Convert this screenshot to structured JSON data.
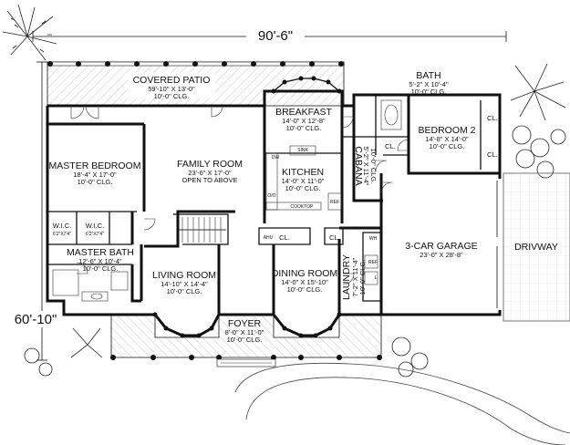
{
  "dimensions": {
    "width": "90'-6\"",
    "depth": "60'-10\""
  },
  "rooms": {
    "covered_patio": {
      "name": "COVERED PATIO",
      "size": "59'-10\" X 13'-0\"",
      "ceiling": "10'-0\" CLG."
    },
    "breakfast": {
      "name": "BREAKFAST",
      "size": "14'-0\" X 12'-8\"",
      "ceiling": "10'-0\" CLG."
    },
    "bath": {
      "name": "BATH",
      "size": "5'-2\" X 10'-4\"",
      "ceiling": "10'-0\" CLG."
    },
    "bedroom2": {
      "name": "BEDROOM 2",
      "size": "14'-8\" X 14'-0\"",
      "ceiling": "10'-0\" CLG."
    },
    "master_bedroom": {
      "name": "MASTER BEDROOM",
      "size": "18'-4\" X 17'-0\"",
      "ceiling": "10'-0\" CLG."
    },
    "family_room": {
      "name": "FAMILY ROOM",
      "size": "23'-6\" X 17'-0\"",
      "ceiling": "OPEN TO ABOVE"
    },
    "kitchen": {
      "name": "KITCHEN",
      "size": "14'-0\" X 11'-0\"",
      "ceiling": "10'-0\" CLG."
    },
    "cabana": {
      "name": "CABANA",
      "size": "5'-2\" X 11'-4\"",
      "ceiling": "10'-0\" CLG."
    },
    "wic1": {
      "name": "W.I.C.",
      "size": "6'2\"X7'4\""
    },
    "wic2": {
      "name": "W.I.C.",
      "size": "6'2\"X7'4\""
    },
    "master_bath": {
      "name": "MASTER BATH",
      "size": "12'-6\" X 10'-4\"",
      "ceiling": "10'-0\" CLG."
    },
    "living_room": {
      "name": "LIVING ROOM",
      "size": "14'-10\" X 14'-4\"",
      "ceiling": "10'-0\" CLG."
    },
    "dining_room": {
      "name": "DINING ROOM",
      "size": "14'-0\" X 15'-10\"",
      "ceiling": "10'-0\" CLG."
    },
    "laundry": {
      "name": "LAUNDRY",
      "size": "7'-2\" X 11'-4\"",
      "ceiling": "10'-0\" CLG."
    },
    "garage": {
      "name": "3-CAR GARAGE",
      "size": "23'-0\" X 28'-8\""
    },
    "foyer": {
      "name": "FOYER",
      "size": "8'-0\" X 11'-0\"",
      "ceiling": "10'-0\" CLG."
    },
    "driveway": {
      "name": "DRIVWAY"
    }
  },
  "fixtures": {
    "closet_label": "CL.",
    "ahu": "AHU",
    "dw": "DW",
    "sink": "SINK",
    "ref": "REF",
    "cooktop": "COOKTOP",
    "oven": "O/O",
    "wh": "WH",
    "l": "L"
  }
}
